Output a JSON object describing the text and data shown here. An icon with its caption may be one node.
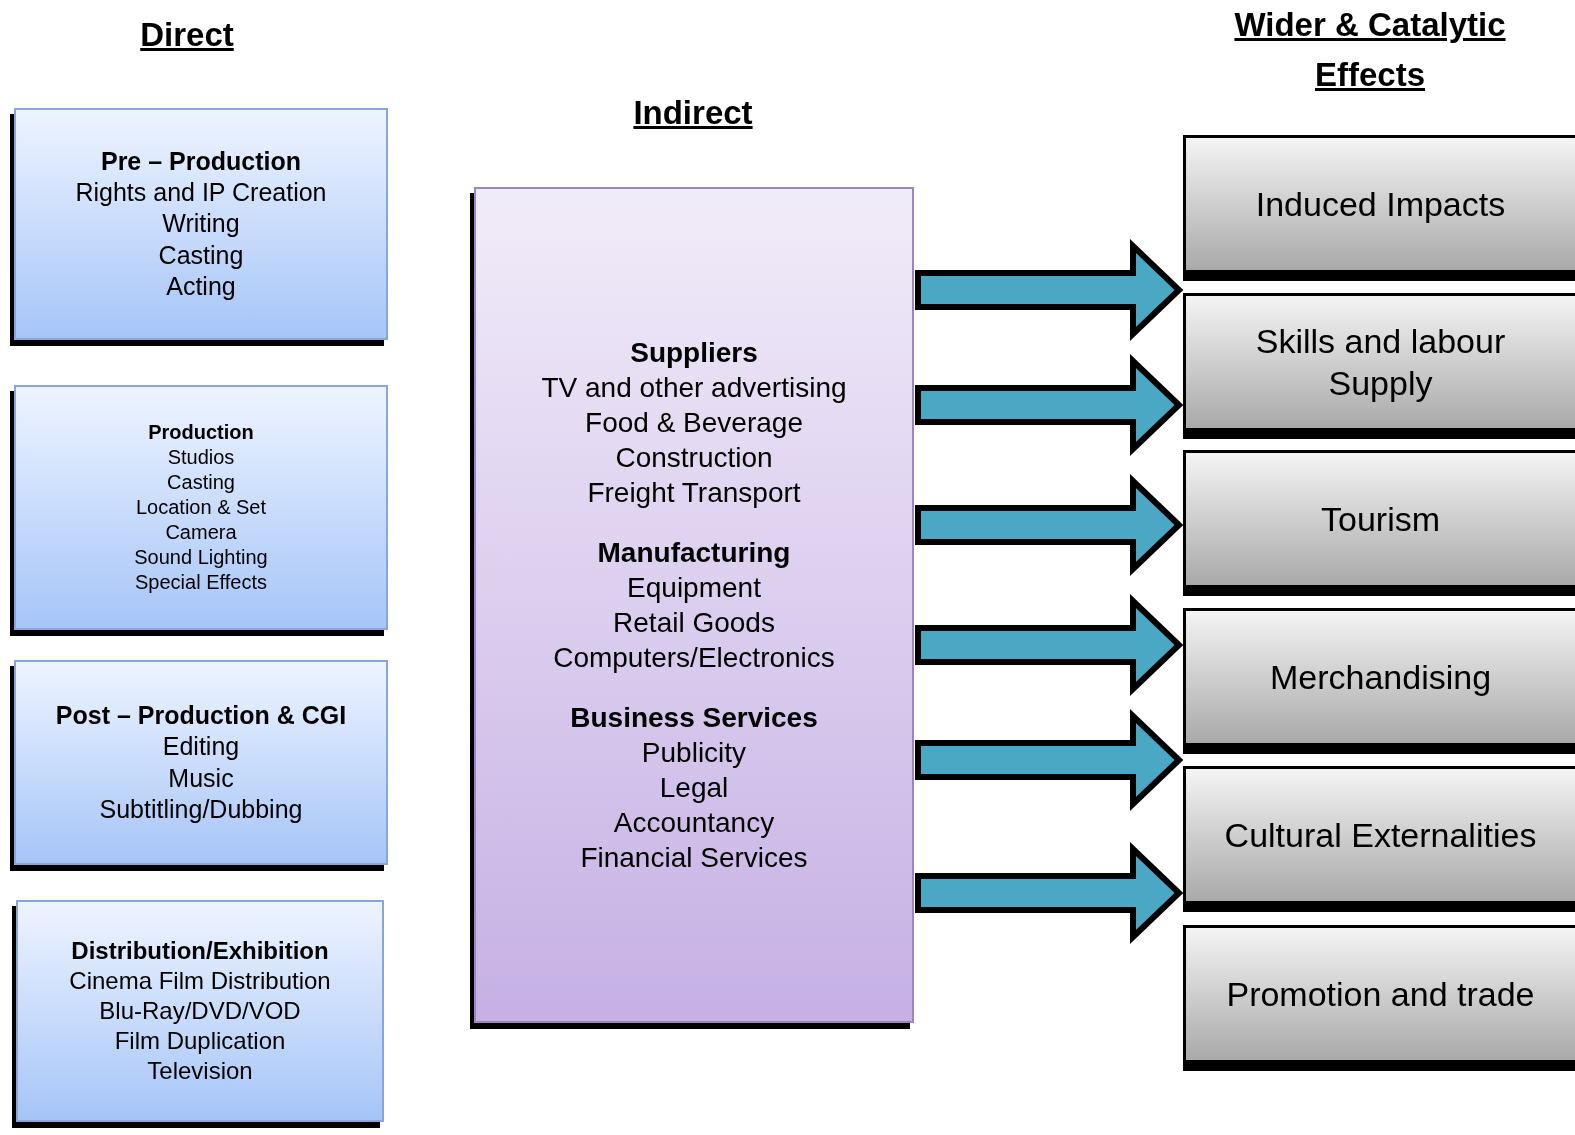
{
  "diagram": {
    "nodes": [
      {
        "text": [
          "Pre – Production",
          "Rights and IP Creation",
          "Writing",
          "Casting",
          "Acting"
        ]
      },
      {
        "text": [
          "Production",
          "Studios",
          "Casting",
          "Location & Set",
          "Camera",
          "Sound Lighting",
          "Special Effects"
        ]
      },
      {
        "text": [
          "Post – Production & CGI",
          "Editing",
          "Music",
          "Subtitling/Dubbing"
        ]
      },
      {
        "text": [
          "Distribution/Exhibition",
          "Cinema Film Distribution",
          "Blu-Ray/DVD/VOD",
          "Film Duplication",
          "Television"
        ]
      },
      {
        "text": [
          "Suppliers",
          "TV and other advertising",
          "Food & Beverage",
          "Construction",
          "Freight Transport",
          "Manufacturing",
          "Equipment",
          "Retail Goods",
          "Computers/Electronics",
          "Business Services",
          "Publicity",
          "Legal",
          "Accountancy",
          "Financial Services"
        ]
      },
      {
        "text": [
          "Induced Impacts"
        ]
      },
      {
        "text": [
          "Skills and labour Supply"
        ]
      },
      {
        "text": [
          "Tourism"
        ]
      },
      {
        "text": [
          "Merchandising"
        ]
      },
      {
        "text": [
          "Cultural Externalities"
        ]
      },
      {
        "text": [
          "Promotion and trade"
        ]
      }
    ],
    "edges": [
      {
        "from": 4,
        "to": 5,
        "arrow": "to"
      },
      {
        "from": 4,
        "to": 6,
        "arrow": "to"
      },
      {
        "from": 4,
        "to": 7,
        "arrow": "to"
      },
      {
        "from": 4,
        "to": 8,
        "arrow": "to"
      },
      {
        "from": 4,
        "to": 9,
        "arrow": "to"
      },
      {
        "from": 4,
        "to": 10,
        "arrow": "to"
      }
    ],
    "labels": [
      "Direct",
      "Indirect",
      "Wider & Catalytic Effects"
    ]
  }
}
